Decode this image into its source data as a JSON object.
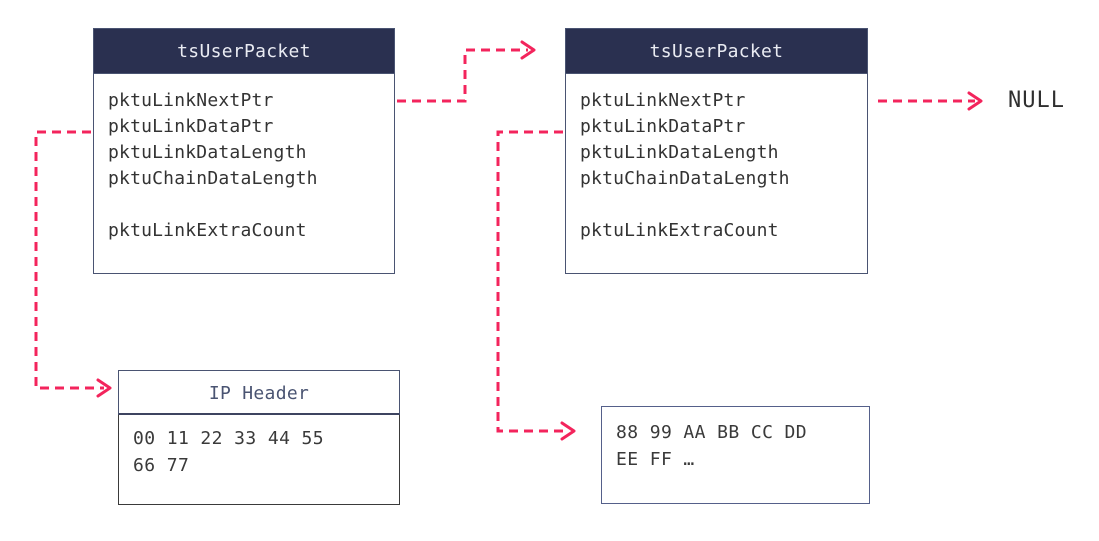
{
  "diagram": {
    "title": "tsUserPacket chain diagram",
    "accent_color": "#f3245c",
    "header_color": "#2a3050",
    "border_color": "#4a5472"
  },
  "packets": [
    {
      "header": "tsUserPacket",
      "fields": [
        "pktuLinkNextPtr",
        "pktuLinkDataPtr",
        "pktuLinkDataLength",
        "pktuChainDataLength",
        "",
        "pktuLinkExtraCount"
      ]
    },
    {
      "header": "tsUserPacket",
      "fields": [
        "pktuLinkNextPtr",
        "pktuLinkDataPtr",
        "pktuLinkDataLength",
        "pktuChainDataLength",
        "",
        "pktuLinkExtraCount"
      ]
    }
  ],
  "buffers": [
    {
      "title": "IP Header",
      "lines": [
        "00 11 22 33 44 55",
        "66 77"
      ]
    },
    {
      "title": "",
      "lines": [
        "88 99 AA BB CC DD",
        "EE FF …"
      ]
    }
  ],
  "labels": {
    "null": "NULL"
  }
}
